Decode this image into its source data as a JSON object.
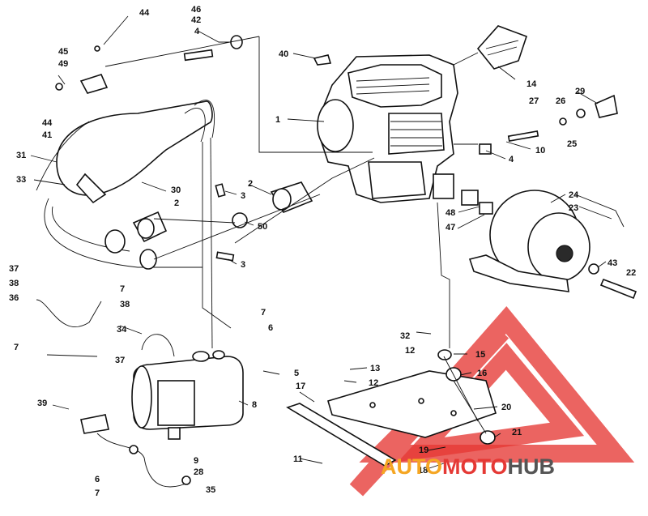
{
  "callouts": [
    {
      "id": "c44a",
      "text": "44"
    },
    {
      "id": "c46",
      "text": "46"
    },
    {
      "id": "c42",
      "text": "42"
    },
    {
      "id": "c4a",
      "text": "4"
    },
    {
      "id": "c40",
      "text": "40"
    },
    {
      "id": "c45",
      "text": "45"
    },
    {
      "id": "c49",
      "text": "49"
    },
    {
      "id": "c44b",
      "text": "44"
    },
    {
      "id": "c41",
      "text": "41"
    },
    {
      "id": "c1",
      "text": "1"
    },
    {
      "id": "c14",
      "text": "14"
    },
    {
      "id": "c29",
      "text": "29"
    },
    {
      "id": "c27",
      "text": "27"
    },
    {
      "id": "c26",
      "text": "26"
    },
    {
      "id": "c25",
      "text": "25"
    },
    {
      "id": "c10",
      "text": "10"
    },
    {
      "id": "c4b",
      "text": "4"
    },
    {
      "id": "c31",
      "text": "31"
    },
    {
      "id": "c33",
      "text": "33"
    },
    {
      "id": "c30",
      "text": "30"
    },
    {
      "id": "c2a",
      "text": "2"
    },
    {
      "id": "c2b",
      "text": "2"
    },
    {
      "id": "c3a",
      "text": "3"
    },
    {
      "id": "c50",
      "text": "50"
    },
    {
      "id": "c24",
      "text": "24"
    },
    {
      "id": "c23",
      "text": "23"
    },
    {
      "id": "c48",
      "text": "48"
    },
    {
      "id": "c47",
      "text": "47"
    },
    {
      "id": "c3b",
      "text": "3"
    },
    {
      "id": "c43",
      "text": "43"
    },
    {
      "id": "c22",
      "text": "22"
    },
    {
      "id": "c37a",
      "text": "37"
    },
    {
      "id": "c38a",
      "text": "38"
    },
    {
      "id": "c7a",
      "text": "7"
    },
    {
      "id": "c36",
      "text": "36"
    },
    {
      "id": "c38b",
      "text": "38"
    },
    {
      "id": "c7b",
      "text": "7"
    },
    {
      "id": "c6a",
      "text": "6"
    },
    {
      "id": "c7c",
      "text": "7"
    },
    {
      "id": "c34",
      "text": "34"
    },
    {
      "id": "c37b",
      "text": "37"
    },
    {
      "id": "c32",
      "text": "32"
    },
    {
      "id": "c12a",
      "text": "12"
    },
    {
      "id": "c15",
      "text": "15"
    },
    {
      "id": "c5",
      "text": "5"
    },
    {
      "id": "c13",
      "text": "13"
    },
    {
      "id": "c12b",
      "text": "12"
    },
    {
      "id": "c16",
      "text": "16"
    },
    {
      "id": "c17",
      "text": "17"
    },
    {
      "id": "c8",
      "text": "8"
    },
    {
      "id": "c20",
      "text": "20"
    },
    {
      "id": "c39",
      "text": "39"
    },
    {
      "id": "c21",
      "text": "21"
    },
    {
      "id": "c11",
      "text": "11"
    },
    {
      "id": "c19",
      "text": "19"
    },
    {
      "id": "c18",
      "text": "18"
    },
    {
      "id": "c9",
      "text": "9"
    },
    {
      "id": "c28",
      "text": "28"
    },
    {
      "id": "c6b",
      "text": "6"
    },
    {
      "id": "c35",
      "text": "35"
    },
    {
      "id": "c7d",
      "text": "7"
    }
  ],
  "watermark": {
    "brand_auto": "AUTO",
    "brand_moto": "MOTO",
    "brand_hub": "HUB",
    "color_red": "#e53935",
    "color_orange": "#f5a623",
    "color_grey": "#555555"
  }
}
